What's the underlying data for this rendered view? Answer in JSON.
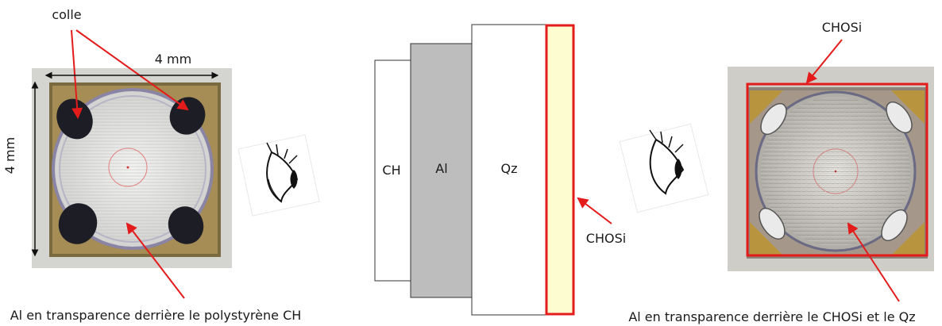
{
  "left_photo": {
    "label_glue": "colle",
    "width_label": "4 mm",
    "height_label": "4 mm",
    "caption": "Al en transparence derrière le polystyrène CH"
  },
  "layers": {
    "ch": "CH",
    "al": "Al",
    "qz": "Qz",
    "chosi": "CHOSi"
  },
  "right_photo": {
    "label_top": "CHOSi",
    "caption": "Al en transparence derrière le CHOSi et le Qz"
  },
  "colors": {
    "arrow_red": "#e31b1b",
    "al_gray": "#bdbdbd",
    "chosi_fill": "#fdfbd0",
    "tin": "#b6955a"
  },
  "icons": [
    "eye-icon",
    "eye-icon"
  ]
}
